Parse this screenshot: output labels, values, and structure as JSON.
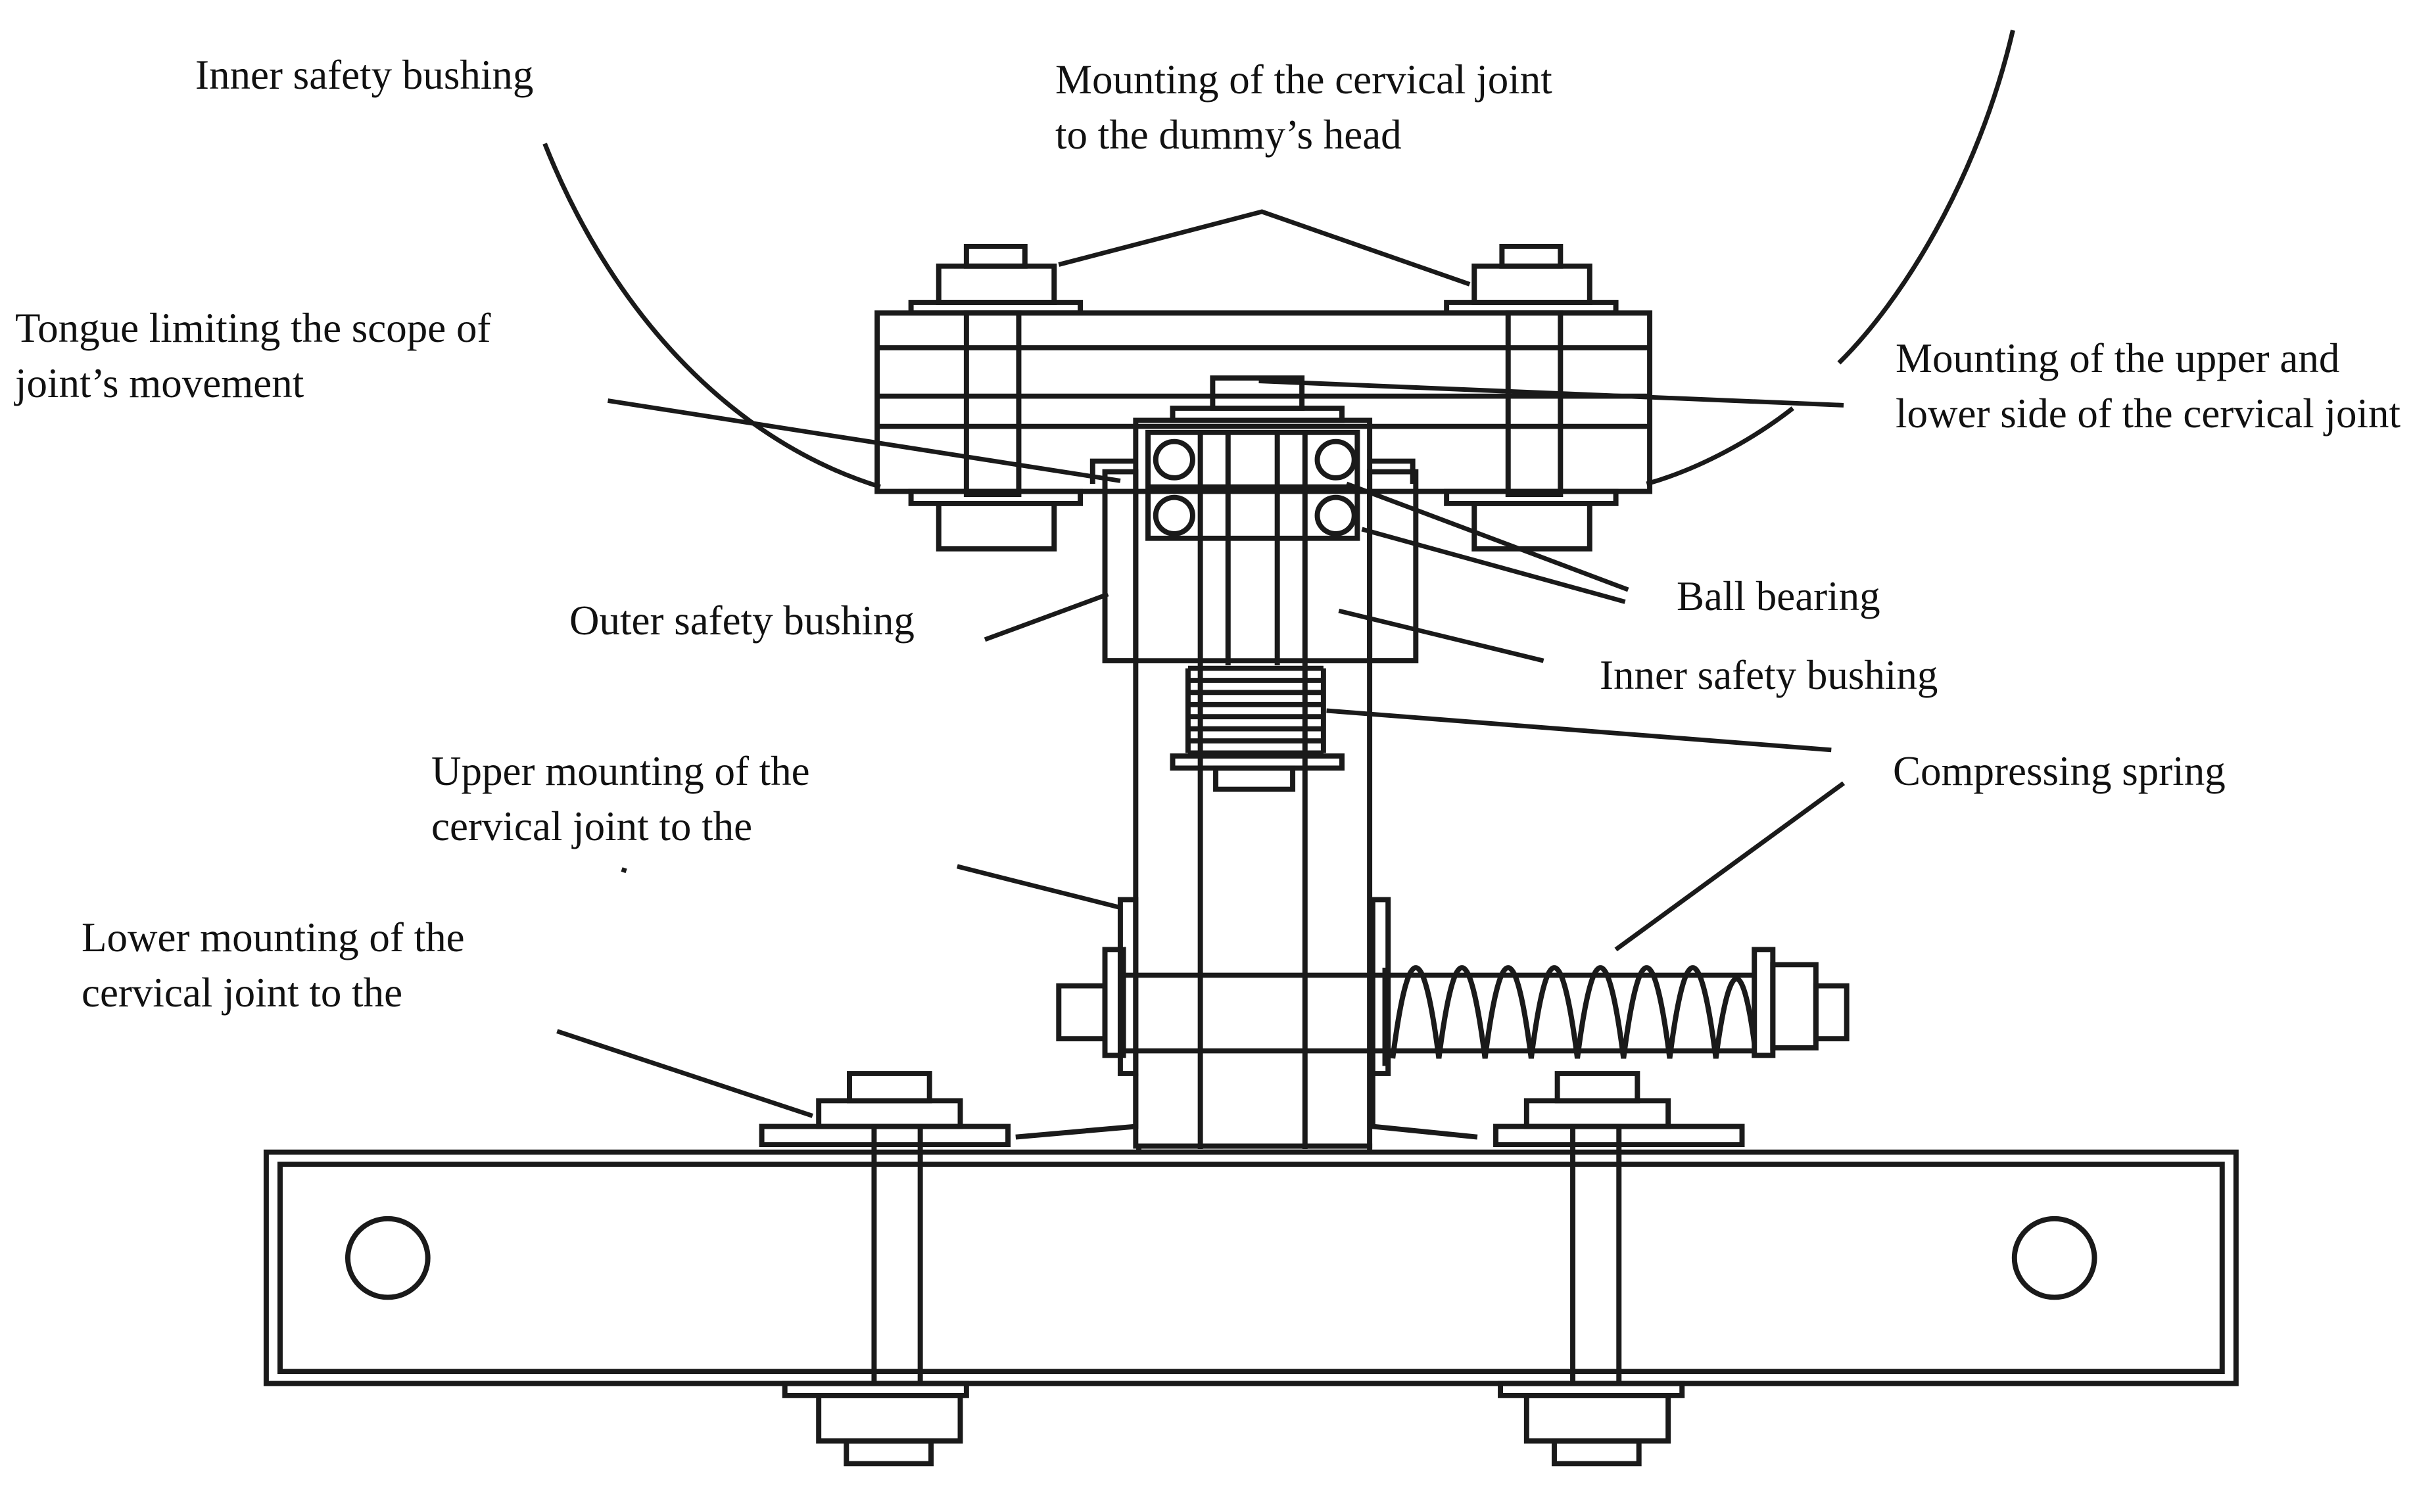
{
  "labels": {
    "inner_bushing_top": "Inner safety bushing",
    "mount_head_1": "Mounting of the cervical joint",
    "mount_head_2": "to the dummy’s head",
    "tongue_1": "Tongue limiting the scope of",
    "tongue_2": "joint’s movement",
    "mount_sides_1": "Mounting of the upper and",
    "mount_sides_2": "lower side of the cervical joint",
    "ball_bearing": "Ball bearing",
    "outer_bushing": "Outer safety bushing",
    "inner_bushing_mid": "Inner safety bushing",
    "upper_mount_1": "Upper mounting of the",
    "upper_mount_2": "cervical joint to the",
    "compressing_spring": "Compressing spring",
    "lower_mount_1": "Lower mounting of the",
    "lower_mount_2": "cervical joint to the"
  },
  "colors": {
    "ink": "#1a1a1a",
    "background": "#ffffff"
  }
}
